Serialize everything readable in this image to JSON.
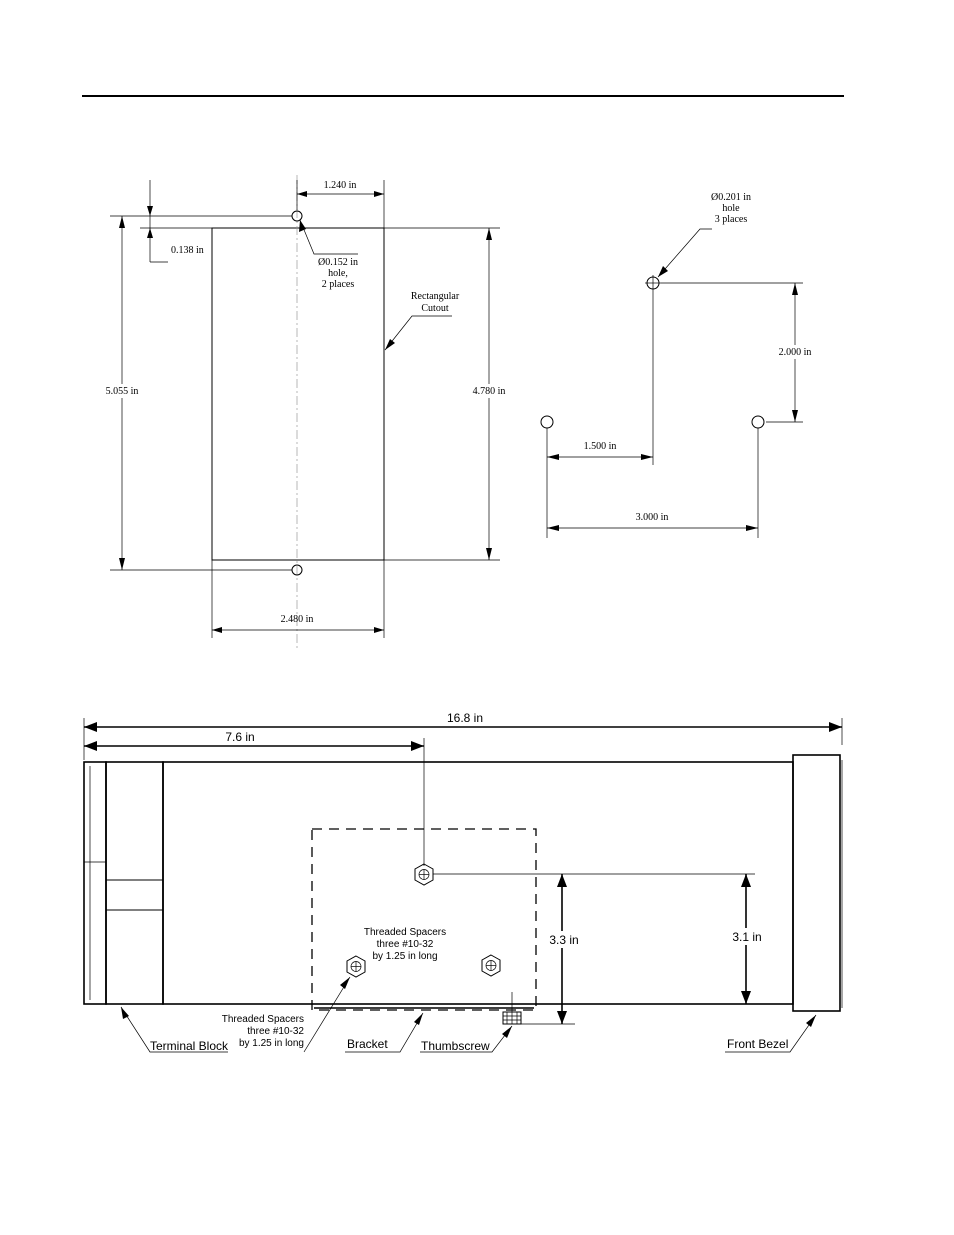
{
  "cutout": {
    "width_top": "1.240 in",
    "hole_offset": "0.138 in",
    "hole_label": [
      "Ø0.152 in",
      "hole,",
      "2 places"
    ],
    "rect_label": [
      "Rectangular",
      "Cutout"
    ],
    "height_total": "5.055 in",
    "height_rect": "4.780 in",
    "width_bottom": "2.480 in"
  },
  "holes": {
    "hole_label": [
      "Ø0.201 in",
      "hole",
      "3 places"
    ],
    "vertical": "2.000 in",
    "half_span": "1.500 in",
    "span": "3.000 in"
  },
  "side": {
    "overall": "16.8 in",
    "offset": "7.6 in",
    "spacers_inner": [
      "Threaded Spacers",
      "three #10-32",
      "by 1.25 in long"
    ],
    "spacers_outer": [
      "Threaded Spacers",
      "three #10-32",
      "by 1.25 in long"
    ],
    "h1": "3.3 in",
    "h2": "3.1 in",
    "terminal_block": "Terminal Block",
    "bracket": "Bracket",
    "thumbscrew": "Thumbscrew",
    "front_bezel": "Front Bezel"
  }
}
